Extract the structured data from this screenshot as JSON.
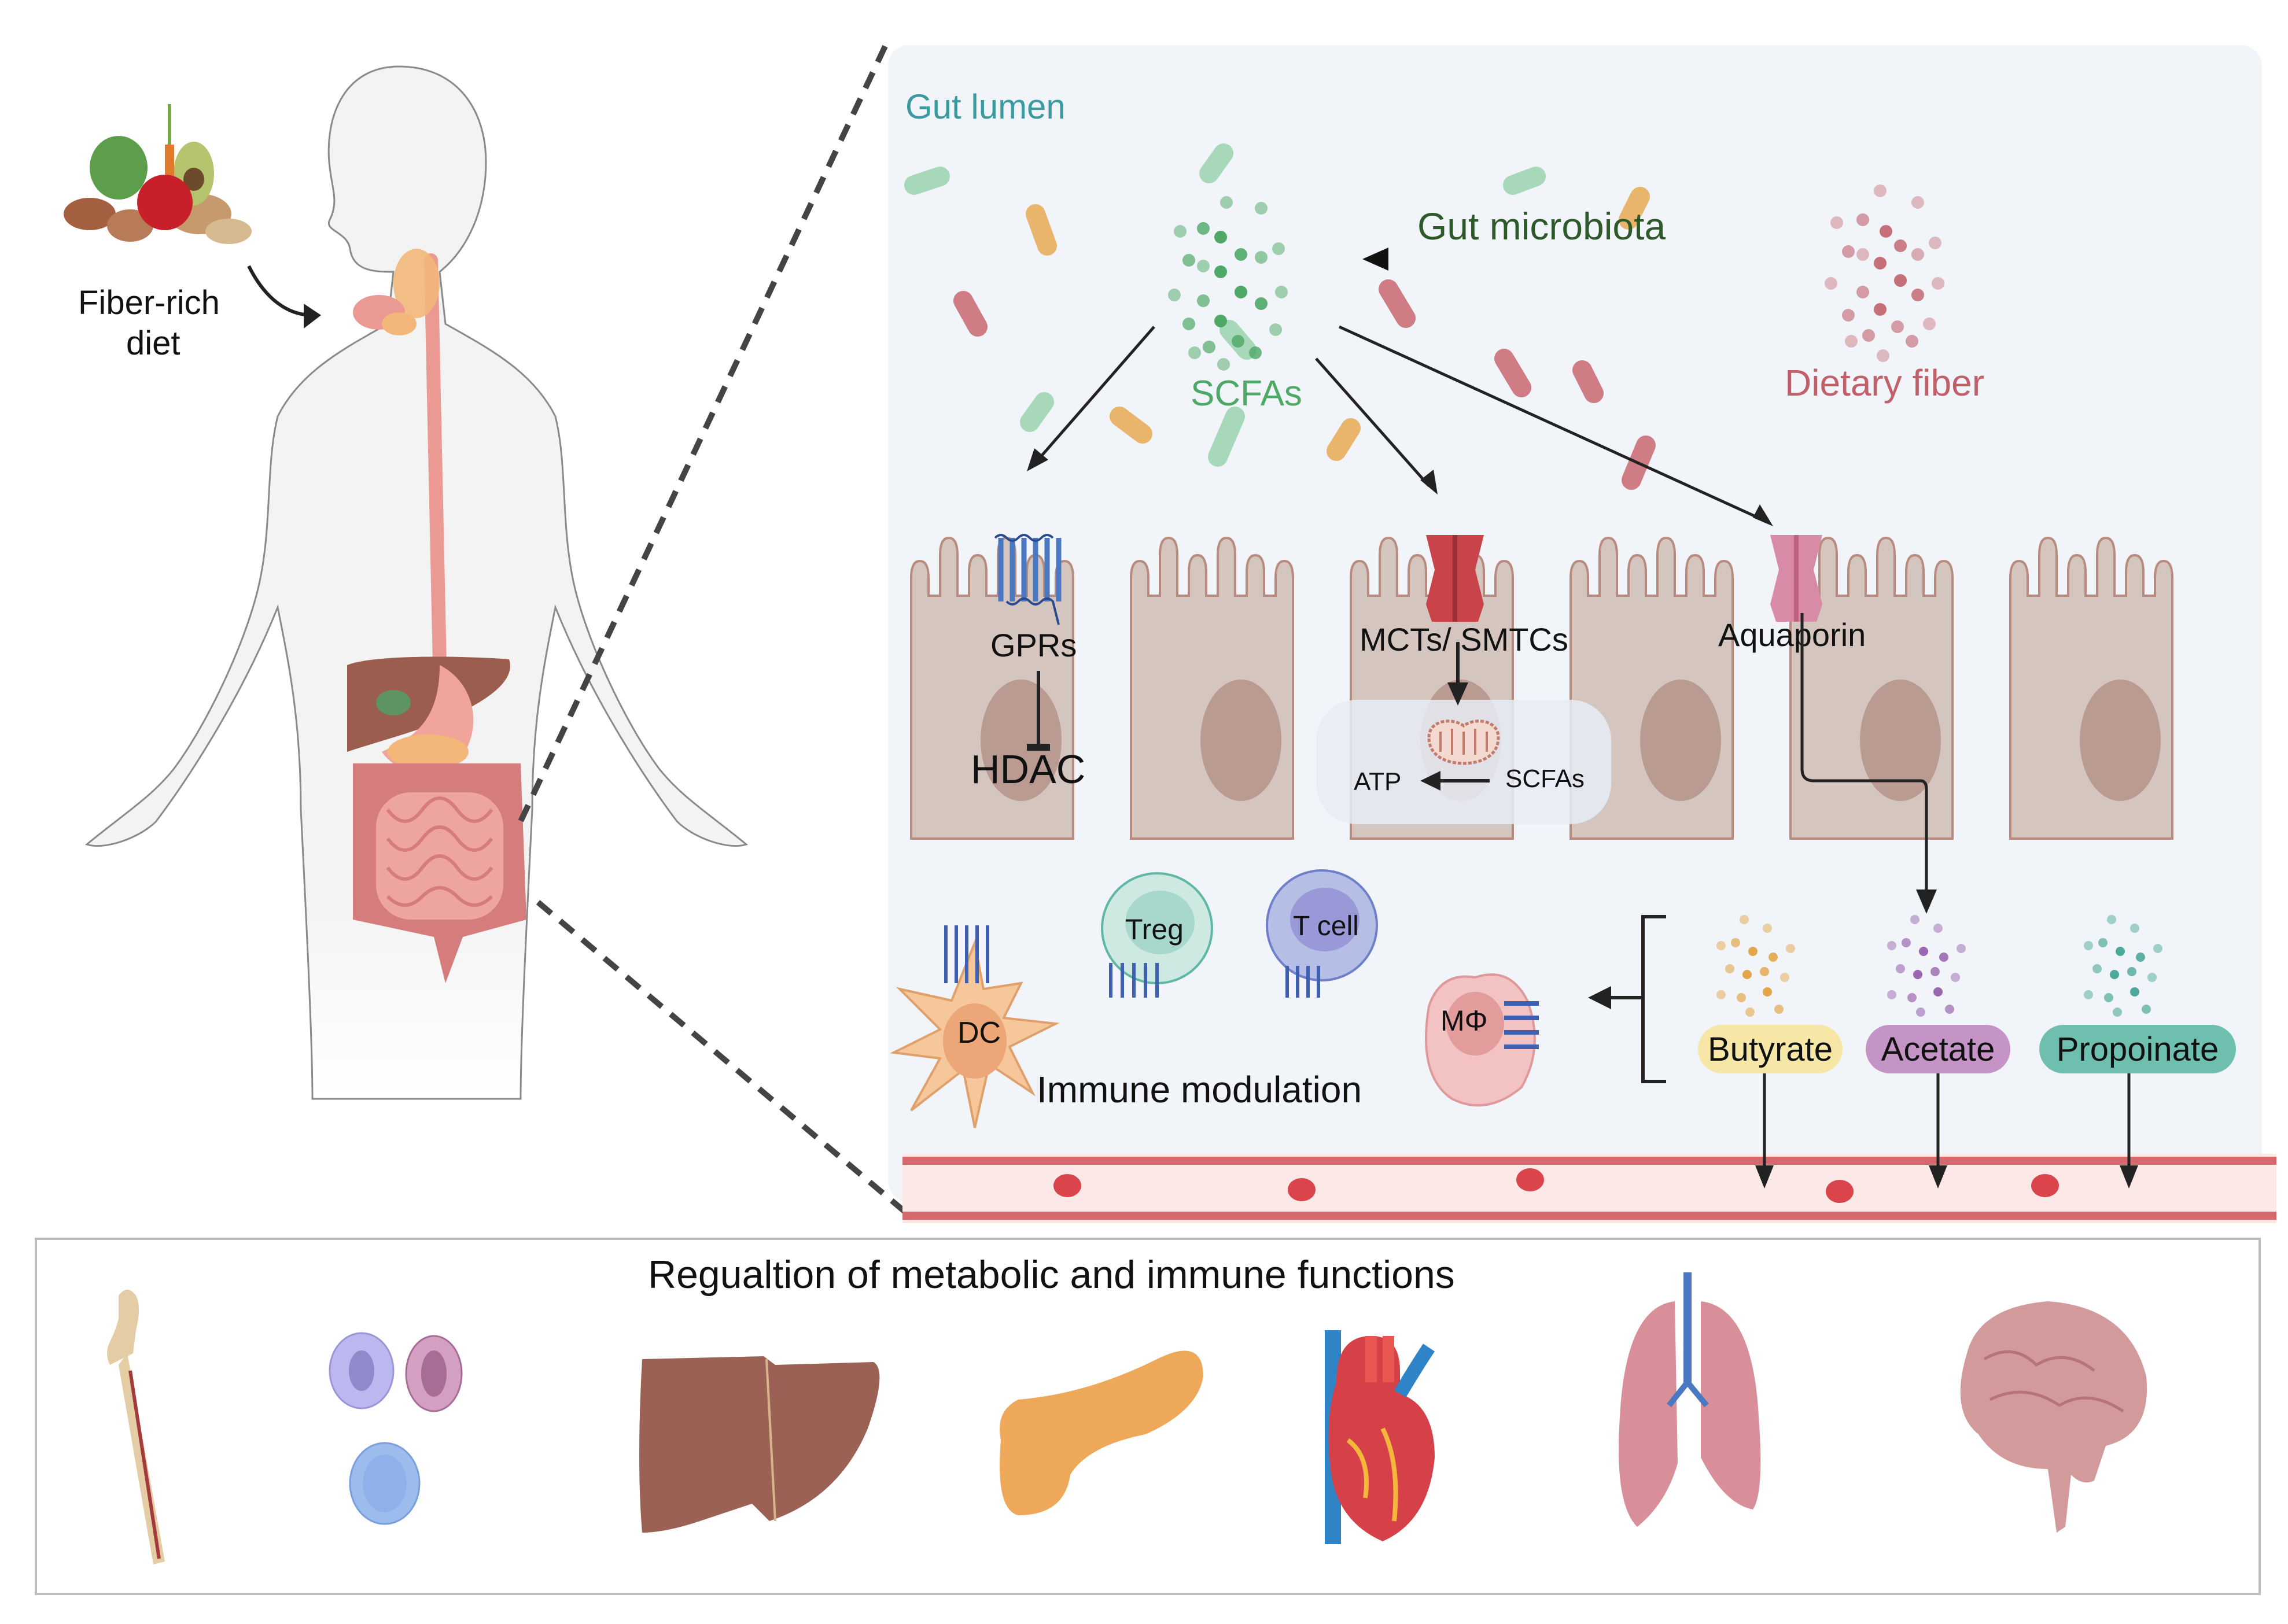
{
  "left": {
    "diet_label_line1": "Fiber-rich",
    "diet_label_line2": "diet"
  },
  "lumen": {
    "title": "Gut lumen",
    "microbiota_label": "Gut microbiota",
    "scfas_label": "SCFAs",
    "fiber_label": "Dietary fiber"
  },
  "epithelium": {
    "gprs_label": "GPRs",
    "hdac_label": "HDAC",
    "mct_label": "MCTs/ SMTCs",
    "aquaporin_label": "Aquaporin",
    "atp_label": "ATP",
    "mito_scfas_label": "SCFAs"
  },
  "immune": {
    "dc_label": "DC",
    "treg_label": "Treg",
    "tcell_label": "T cell",
    "macrophage_label": "MΦ",
    "caption": "Immune modulation"
  },
  "scfa_types": [
    {
      "label": "Butyrate",
      "color": "#f6e7a6",
      "dot": "#e3a64a"
    },
    {
      "label": "Acetate",
      "color": "#c494c6",
      "dot": "#9a68b0"
    },
    {
      "label": "Propoinate",
      "color": "#6fbfb1",
      "dot": "#4ea99a"
    }
  ],
  "bottom": {
    "title": "Regualtion of metabolic and immune functions",
    "organs": [
      "bone-icon",
      "immune-cells-icon",
      "liver-icon",
      "pancreas-icon",
      "heart-icon",
      "lungs-icon",
      "brain-icon"
    ]
  },
  "colors": {
    "lumen_title": "#3b9aa0",
    "microbiota": "#2e5a2a",
    "scfa": "#4ea866",
    "fiber": "#c0606a"
  }
}
